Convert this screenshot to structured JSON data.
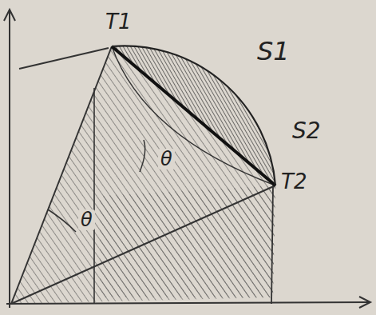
{
  "diagram": {
    "labels": [
      "T1",
      "S1",
      "S2",
      "T2",
      "θ",
      "θ"
    ]
  }
}
